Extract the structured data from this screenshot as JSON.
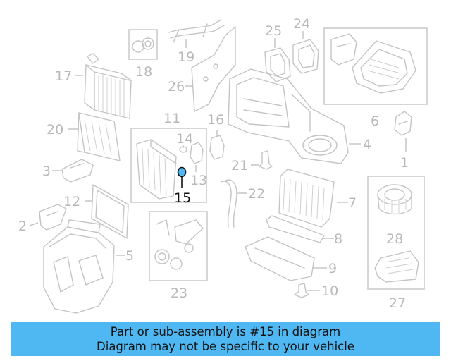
{
  "callouts": [
    {
      "id": "1",
      "label": "1"
    },
    {
      "id": "2",
      "label": "2"
    },
    {
      "id": "3",
      "label": "3"
    },
    {
      "id": "4",
      "label": "4"
    },
    {
      "id": "5",
      "label": "5"
    },
    {
      "id": "6",
      "label": "6"
    },
    {
      "id": "7",
      "label": "7"
    },
    {
      "id": "8",
      "label": "8"
    },
    {
      "id": "9",
      "label": "9"
    },
    {
      "id": "10",
      "label": "10"
    },
    {
      "id": "11",
      "label": "11"
    },
    {
      "id": "12",
      "label": "12"
    },
    {
      "id": "13",
      "label": "13"
    },
    {
      "id": "14",
      "label": "14"
    },
    {
      "id": "15",
      "label": "15"
    },
    {
      "id": "16",
      "label": "16"
    },
    {
      "id": "17",
      "label": "17"
    },
    {
      "id": "18",
      "label": "18"
    },
    {
      "id": "19",
      "label": "19"
    },
    {
      "id": "20",
      "label": "20"
    },
    {
      "id": "21",
      "label": "21"
    },
    {
      "id": "22",
      "label": "22"
    },
    {
      "id": "23",
      "label": "23"
    },
    {
      "id": "24",
      "label": "24"
    },
    {
      "id": "25",
      "label": "25"
    },
    {
      "id": "26",
      "label": "26"
    },
    {
      "id": "27",
      "label": "27"
    },
    {
      "id": "28",
      "label": "28"
    }
  ],
  "highlight": {
    "part": "15",
    "color": "#4fb8f3",
    "text_color": "#111111"
  },
  "banner": {
    "line1": "Part or sub-assembly is #15 in diagram",
    "line2": "Diagram may not be specific to your vehicle",
    "background": "#4fb8f3"
  }
}
